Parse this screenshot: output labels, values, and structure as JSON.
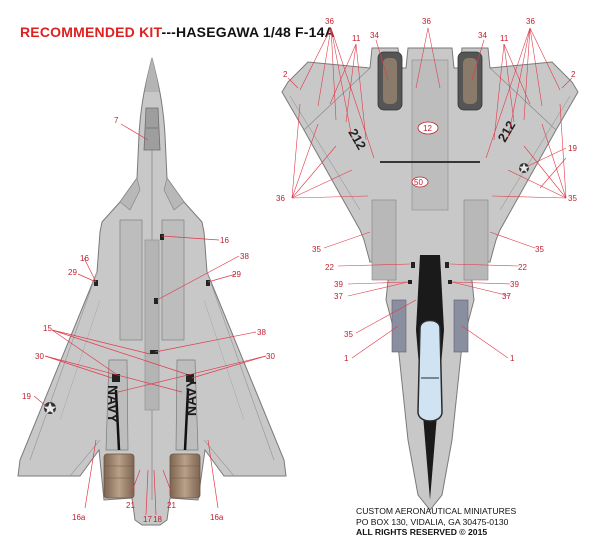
{
  "title": {
    "red_part": "RECOMMENDED KIT",
    "black_part": "---HASEGAWA 1/48 F-14A"
  },
  "colors": {
    "accent": "#e02020",
    "aircraft_gray": "#c8c8c8",
    "line_red": "#e03a4a",
    "nozzle_tan": "#a8907a"
  },
  "top_view": {
    "tail_codes": [
      "NAVY",
      "NAVY"
    ],
    "callouts": {
      "c7": "7",
      "c16a": "16",
      "c38a": "38",
      "c29a": "29",
      "c16b": "16",
      "c29b": "29",
      "c15": "15",
      "c38b": "38",
      "c30a": "30",
      "c30b": "30",
      "c19": "19",
      "c21a": "21",
      "c17": "17",
      "c18": "18",
      "c21b": "21",
      "c16aL": "16a",
      "c16aR": "16a"
    }
  },
  "bottom_view": {
    "modex_left": "212",
    "modex_right": "212",
    "callouts": {
      "c36top": "36",
      "c36L": "36",
      "c36R": "36",
      "c11L": "11",
      "c11R": "11",
      "c34L": "34",
      "c34R": "34",
      "c2L": "2",
      "c2R": "2",
      "c12": "12",
      "c19": "19",
      "c50": "50",
      "c36mid": "36",
      "c35R": "35",
      "c35L": "35",
      "c35R2": "35",
      "c22L": "22",
      "c22R": "22",
      "c39L": "39",
      "c39R": "39",
      "c37L": "37",
      "c37R": "37",
      "c35C": "35",
      "c1L": "1",
      "c1R": "1"
    }
  },
  "footer": {
    "line1": "CUSTOM AERONAUTICAL MINIATURES",
    "line2": "PO BOX 130, VIDALIA, GA 30475-0130",
    "line3": "ALL RIGHTS RESERVED ©  2015"
  }
}
